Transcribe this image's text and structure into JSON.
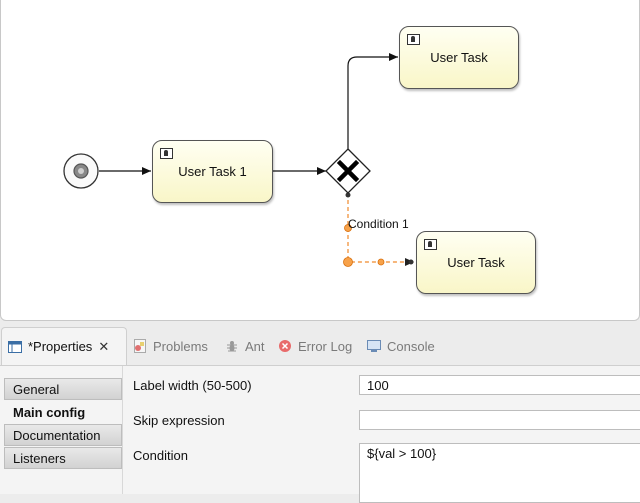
{
  "diagram": {
    "tasks": {
      "task1": "User Task 1",
      "task2": "User Task",
      "task3": "User Task"
    },
    "condition_label": "Condition 1"
  },
  "tabs": [
    {
      "label": "*Properties",
      "icon": "properties-icon",
      "active": true
    },
    {
      "label": "Problems",
      "icon": "problems-icon"
    },
    {
      "label": "Ant",
      "icon": "ant-icon"
    },
    {
      "label": "Error Log",
      "icon": "error-log-icon"
    },
    {
      "label": "Console",
      "icon": "console-icon"
    }
  ],
  "sidebar": [
    {
      "label": "General"
    },
    {
      "label": "Main config",
      "active": true
    },
    {
      "label": "Documentation"
    },
    {
      "label": "Listeners"
    }
  ],
  "form": {
    "label_width": {
      "label": "Label width (50-500)",
      "value": "100"
    },
    "skip_expression": {
      "label": "Skip expression",
      "value": ""
    },
    "condition": {
      "label": "Condition",
      "value": "${val > 100}"
    }
  },
  "colors": {
    "task_fill": "#f9f6c8",
    "selected_flow": "#f29a3d",
    "accent": "#ff8c1a"
  }
}
